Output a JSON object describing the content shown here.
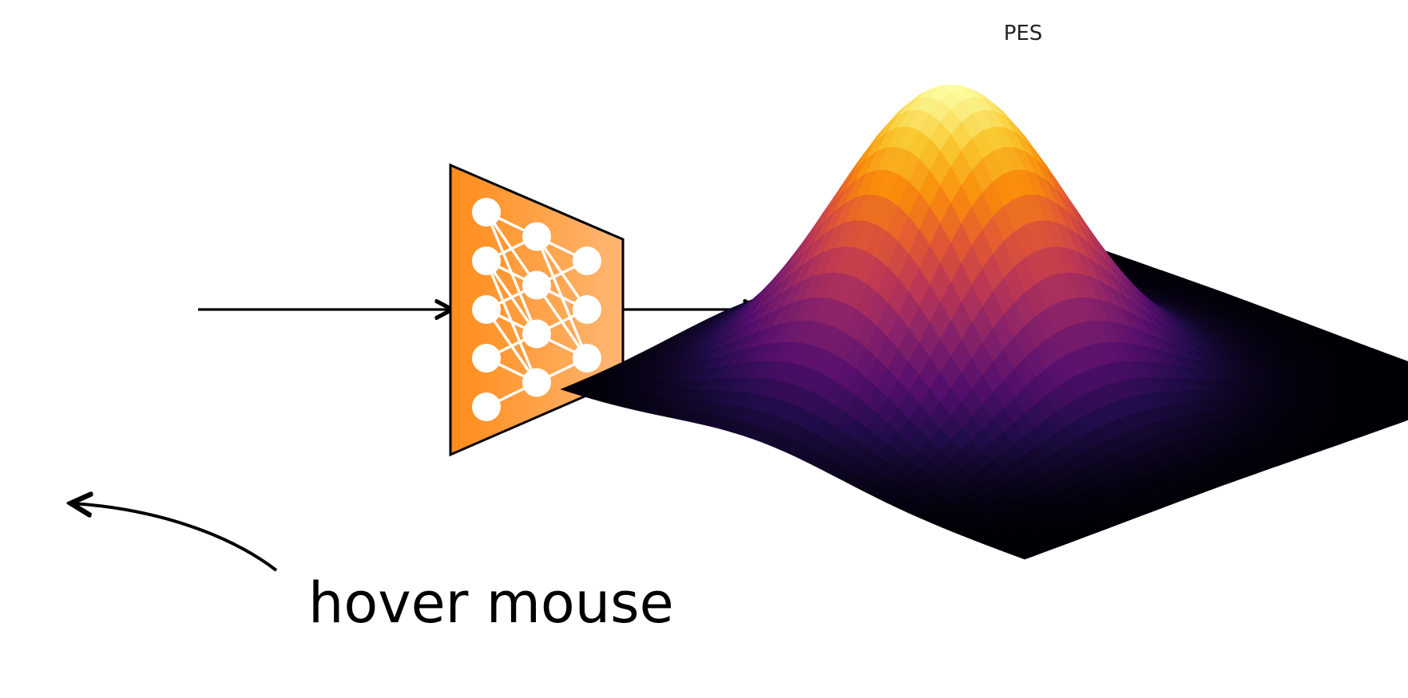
{
  "surface": {
    "title": "PES",
    "colormap": "inferno"
  },
  "network": {
    "layers": [
      5,
      4,
      3
    ],
    "fill_from": "#ff8c1a",
    "fill_to": "#ffb774",
    "node_color": "#ffffff"
  },
  "hint": {
    "text": "hover mouse"
  }
}
